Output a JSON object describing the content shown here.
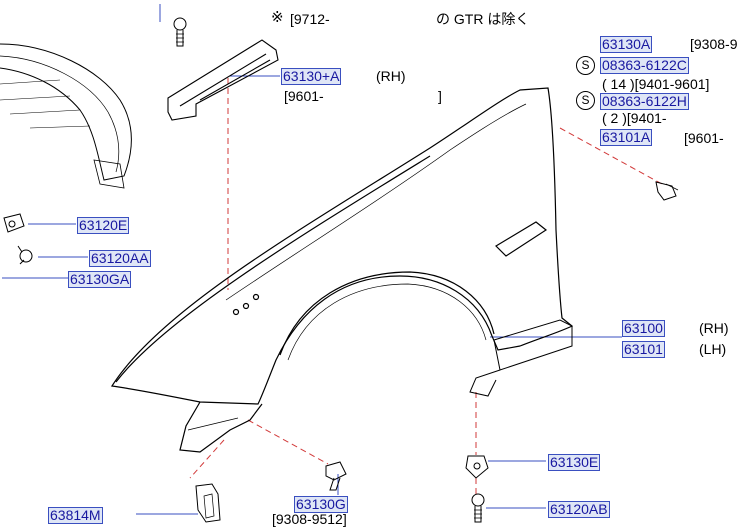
{
  "note": {
    "mark": "※",
    "date": "[9712-",
    "text": "の GTR は除く"
  },
  "labels": {
    "p63130a_range": "[9308-9",
    "p63130plusA_side": "(RH)",
    "p63130plusA_date": "[9601-",
    "p63130plusA_date_close": "]",
    "c1_qty": "(   14   )[9401-9601]",
    "c2_qty": "(   2   )[9401-",
    "p63101a_date": "[9601-",
    "p63100_side": "(RH)",
    "p63101_side": "(LH)",
    "p63130g_date": "[9308-9512]",
    "s1": "S",
    "s2": "S"
  },
  "parts": {
    "p63130a": "63130A",
    "p63130plusA": "63130+A",
    "p08363_6122c": "08363-6122C",
    "p08363_6122h": "08363-6122H",
    "p63101a": "63101A",
    "p63120e": "63120E",
    "p63120aa": "63120AA",
    "p63130ga": "63130GA",
    "p63100": "63100",
    "p63101": "63101",
    "p63130e": "63130E",
    "p63120ab": "63120AB",
    "p63130g": "63130G",
    "p63814m": "63814M"
  },
  "colors": {
    "part_text": "#1818a0",
    "part_bg": "#dfe6f6",
    "part_border": "#3a4fc0",
    "dashed_leader": "#d23a3a",
    "leader": "#3a4fc0"
  }
}
